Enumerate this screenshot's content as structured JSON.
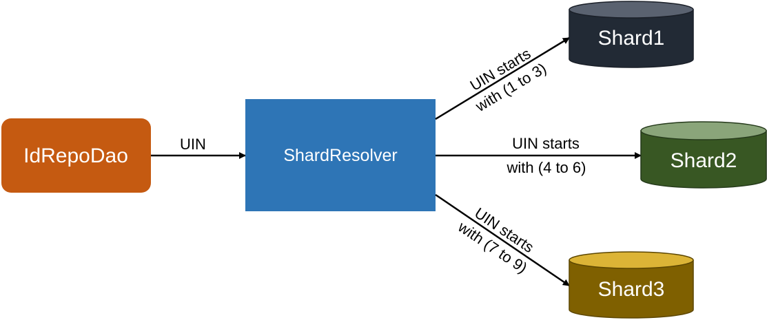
{
  "nodes": {
    "idrepodao": {
      "label": "IdRepoDao",
      "color": "#c55a11"
    },
    "shardresolver": {
      "label": "ShardResolver",
      "color": "#2e75b6"
    },
    "shard1": {
      "label": "Shard1",
      "color": "#222a35"
    },
    "shard2": {
      "label": "Shard2",
      "color": "#385723"
    },
    "shard3": {
      "label": "Shard3",
      "color": "#7f6000"
    }
  },
  "edges": {
    "dao_to_resolver": {
      "label": "UIN"
    },
    "to_shard1": {
      "line1": "UIN starts",
      "line2": "with (1 to 3)"
    },
    "to_shard2": {
      "line1": "UIN starts",
      "line2": "with (4 to 6)"
    },
    "to_shard3": {
      "line1": "UIN starts",
      "line2": "with (7 to 9)"
    }
  }
}
